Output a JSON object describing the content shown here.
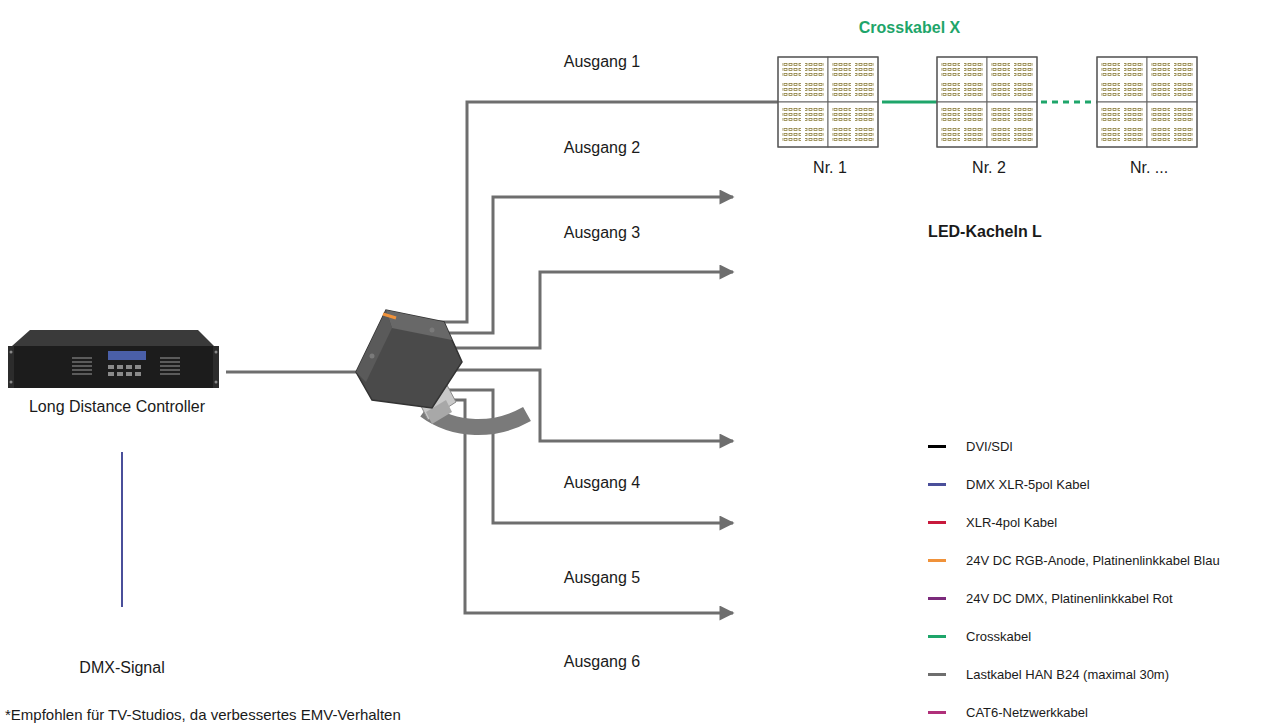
{
  "diagram": {
    "nodes": [
      {
        "text": [
          "Long Distance Controller"
        ]
      },
      {
        "text": [
          "Nr. 1"
        ]
      },
      {
        "text": [
          "Nr. 2"
        ]
      },
      {
        "text": [
          "Nr. ..."
        ]
      }
    ],
    "edges": [
      {
        "from": 0,
        "to": 1,
        "arrow": "none"
      },
      {
        "from": 1,
        "to": 2,
        "label": "Crosskabel X",
        "arrow": "none"
      },
      {
        "from": 2,
        "to": 3,
        "arrow": "none"
      }
    ],
    "labels": [
      "Ausgang 1",
      "Ausgang 2",
      "Ausgang 3",
      "Ausgang 4",
      "Ausgang 5",
      "Ausgang 6",
      "LED-Kacheln L",
      "DMX-Signal",
      "*Empfohlen für TV-Studios, da verbessertes EMV-Verhalten"
    ],
    "legend": [
      {
        "text": "DVI/SDI",
        "color": "#000000"
      },
      {
        "text": "DMX XLR-5pol Kabel",
        "color": "#4a4f9a"
      },
      {
        "text": "XLR-4pol Kabel",
        "color": "#c8193c"
      },
      {
        "text": "24V DC RGB-Anode, Platinenlinkkabel Blau",
        "color": "#f0923a"
      },
      {
        "text": "24V DC DMX, Platinenlinkkabel Rot",
        "color": "#7b2a7b"
      },
      {
        "text": "Crosskabel",
        "color": "#1ea56a"
      },
      {
        "text": "Lastkabel HAN B24 (maximal 30m)",
        "color": "#6e6e6e"
      },
      {
        "text": "CAT6-Netzwerkkabel",
        "color": "#b0307a"
      }
    ]
  }
}
